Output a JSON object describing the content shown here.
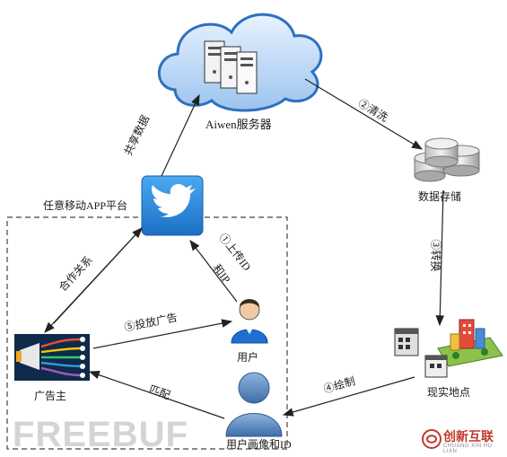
{
  "nodes": {
    "server": "Aiwen服务器",
    "storage": "数据存储",
    "platform": "任意移动APP平台",
    "user": "用户",
    "advertiser": "广告主",
    "location": "现实地点",
    "profile": "用户画像和ID"
  },
  "edges": {
    "share": "共享数据",
    "clean": "②清洗",
    "convert": "③转换",
    "upload_l1": "①上传ID",
    "upload_l2": "和IP",
    "coop": "合作关系",
    "ads": "⑤投放广告",
    "draw": "④绘制",
    "match": "匹配"
  },
  "watermark": "FREEBUF",
  "logo": {
    "name": "创新互联",
    "sub": "CHUANG XIN HU LIAN"
  },
  "colors": {
    "cloud": "#3b7fd0",
    "twitter": "#2c8fe0",
    "person": "#6b95c9",
    "arrow": "#222222"
  }
}
